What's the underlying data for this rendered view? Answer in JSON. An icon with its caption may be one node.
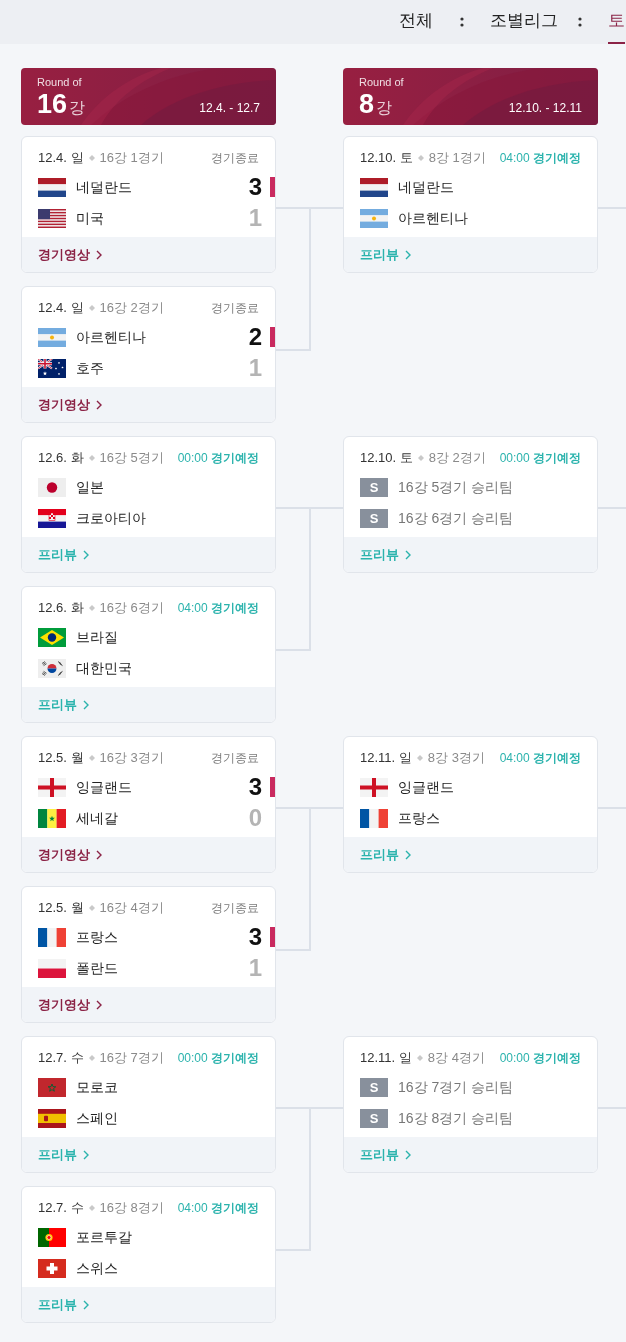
{
  "diagram": {
    "nodes": [
      {
        "text": [
          "Round of",
          "**16**강",
          "12.4. - 12.7"
        ]
      },
      {
        "text": [
          "12.4. 일",
          "16강 1경기",
          "경기종료",
          "네덜란드",
          "3",
          "미국",
          "1"
        ]
      },
      {
        "text": [
          "경기영상"
        ],
        "in": 1
      },
      {
        "text": [
          "12.4. 일",
          "16강 2경기",
          "경기종료",
          "아르헨티나",
          "2",
          "호주",
          "1"
        ]
      },
      {
        "text": [
          "경기영상"
        ],
        "in": 3
      },
      {
        "text": [
          "12.6. 화",
          "16강 5경기",
          "00:00 **경기예정**",
          "일본",
          "크로아티아"
        ]
      },
      {
        "text": [
          "프리뷰"
        ],
        "in": 5
      },
      {
        "text": [
          "12.6. 화",
          "16강 6경기",
          "04:00 **경기예정**",
          "브라질",
          "대한민국"
        ]
      },
      {
        "text": [
          "프리뷰"
        ],
        "in": 7
      },
      {
        "text": [
          "12.5. 월",
          "16강 3경기",
          "경기종료",
          "잉글랜드",
          "3",
          "세네갈",
          "0"
        ]
      },
      {
        "text": [
          "경기영상"
        ],
        "in": 9
      },
      {
        "text": [
          "12.5. 월",
          "16강 4경기",
          "경기종료",
          "프랑스",
          "3",
          "폴란드",
          "1"
        ]
      },
      {
        "text": [
          "경기영상"
        ],
        "in": 11
      },
      {
        "text": [
          "12.7. 수",
          "16강 7경기",
          "00:00 **경기예정**",
          "모로코",
          "스페인"
        ]
      },
      {
        "text": [
          "프리뷰"
        ],
        "in": 13
      },
      {
        "text": [
          "12.7. 수",
          "16강 8경기",
          "04:00 **경기예정**",
          "포르투갈",
          "스위스"
        ]
      },
      {
        "text": [
          "프리뷰"
        ],
        "in": 15
      },
      {
        "text": [
          "Round of",
          "**8**강",
          "12.10. - 12.11"
        ]
      },
      {
        "text": [
          "12.10. 토",
          "8강 1경기",
          "04:00 **경기예정**",
          "네덜란드",
          "아르헨티나"
        ]
      },
      {
        "text": [
          "프리뷰"
        ],
        "in": 18
      },
      {
        "text": [
          "12.10. 토",
          "8강 2경기",
          "00:00 **경기예정**",
          "16강 5경기 승리팀",
          "16강 6경기 승리팀"
        ]
      },
      {
        "text": [
          "S"
        ],
        "in": 20
      },
      {
        "text": [
          "S"
        ],
        "in": 20
      },
      {
        "text": [
          "프리뷰"
        ],
        "in": 20
      },
      {
        "text": [
          "12.11. 일",
          "8강 3경기",
          "04:00 **경기예정**",
          "잉글랜드",
          "프랑스"
        ]
      },
      {
        "text": [
          "프리뷰"
        ],
        "in": 24
      },
      {
        "text": [
          "12.11. 일",
          "8강 4경기",
          "00:00 **경기예정**",
          "16강 7경기 승리팀",
          "16강 8경기 승리팀"
        ]
      },
      {
        "text": [
          "S"
        ],
        "in": 26
      },
      {
        "text": [
          "S"
        ],
        "in": 26
      },
      {
        "text": [
          "프리뷰"
        ],
        "in": 26
      }
    ],
    "edges": [
      {
        "from": 1,
        "to": 18,
        "arrow": "none"
      },
      {
        "from": 3,
        "to": 18,
        "arrow": "none"
      },
      {
        "from": 5,
        "to": 20,
        "arrow": "none"
      },
      {
        "from": 7,
        "to": 20,
        "arrow": "none"
      },
      {
        "from": 9,
        "to": 24,
        "arrow": "none"
      },
      {
        "from": 11,
        "to": 24,
        "arrow": "none"
      },
      {
        "from": 13,
        "to": 26,
        "arrow": "none"
      },
      {
        "from": 15,
        "to": 26,
        "arrow": "none"
      },
      {
        "from": 18,
        "to": null,
        "arrow": "none"
      },
      {
        "from": 20,
        "to": null,
        "arrow": "none"
      },
      {
        "from": 24,
        "to": null,
        "arrow": "none"
      },
      {
        "from": 26,
        "to": null,
        "arrow": "none"
      }
    ],
    "labels": [
      "전체",
      "조별리그",
      "토"
    ]
  }
}
